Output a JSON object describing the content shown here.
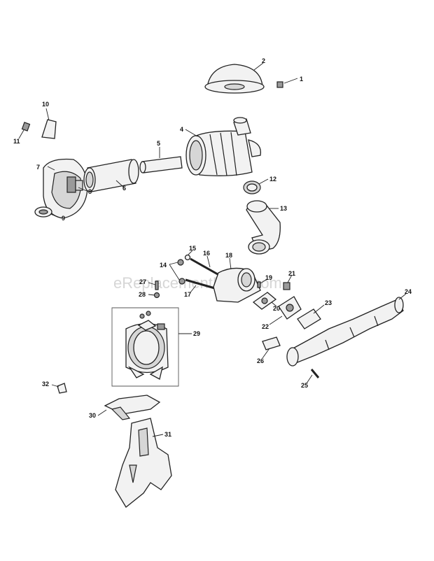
{
  "watermark": "eReplacementParts.com",
  "labels": {
    "p1": "1",
    "p2": "2",
    "p4": "4",
    "p5": "5",
    "p6": "6",
    "p7": "7",
    "p8": "8",
    "p9": "9",
    "p10": "10",
    "p11": "11",
    "p12": "12",
    "p13": "13",
    "p14": "14",
    "p15": "15",
    "p16": "16",
    "p17": "17",
    "p18": "18",
    "p19": "19",
    "p20": "20",
    "p21": "21",
    "p22": "22",
    "p23": "23",
    "p24": "24",
    "p25": "25",
    "p26": "26",
    "p27": "27",
    "p28": "28",
    "p29": "29",
    "p30": "30",
    "p31": "31",
    "p32": "32"
  }
}
